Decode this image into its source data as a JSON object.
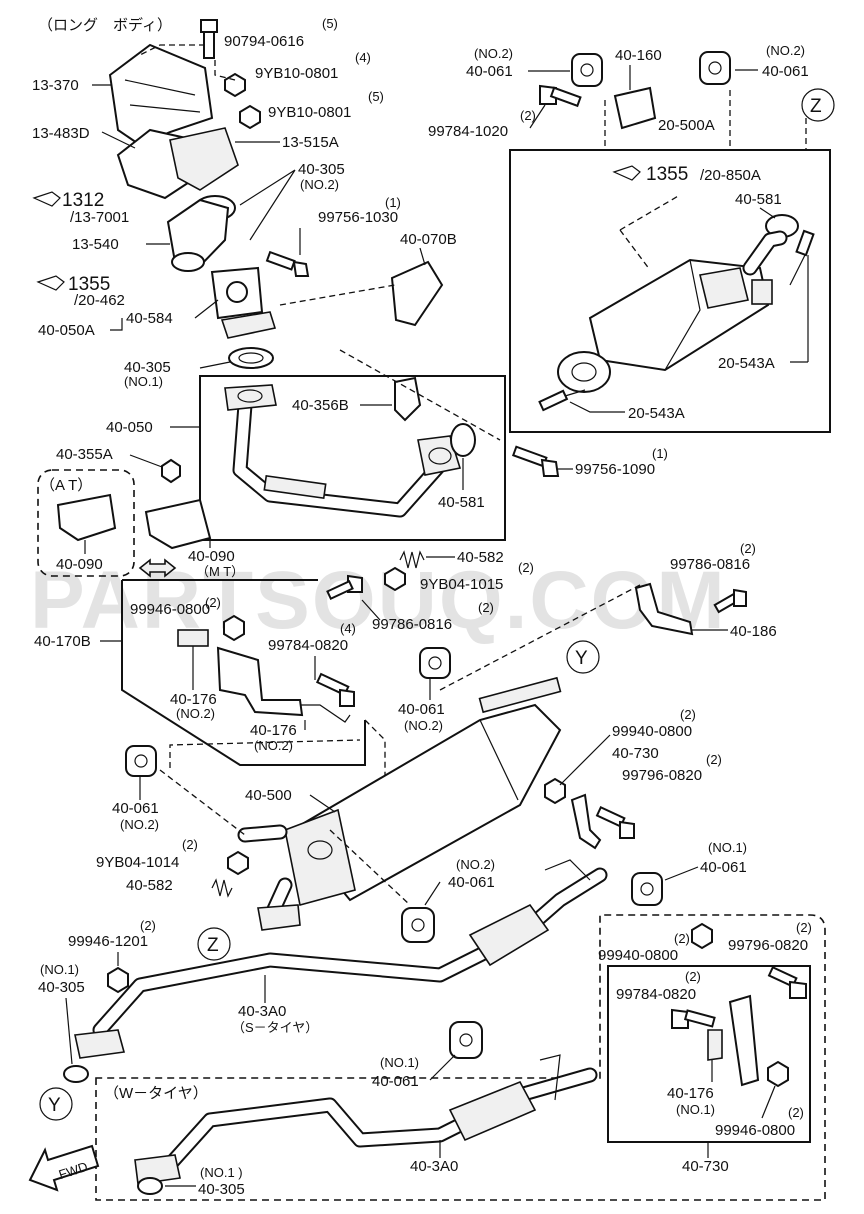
{
  "header": {
    "variant_label": "（ロング　ボディ）"
  },
  "watermark": "PARTSOUQ.COM",
  "refs": [
    {
      "id": "ref-1312",
      "num": "1312",
      "sub": "/13-7001"
    },
    {
      "id": "ref-1355-a",
      "num": "1355",
      "sub": "/20-462"
    },
    {
      "id": "ref-1355-b",
      "num": "1355",
      "sub": "/20-850A"
    }
  ],
  "labels": {
    "p90794": "90794-0616",
    "p90794q": "(5)",
    "p9yb0801a": "9YB10-0801",
    "p9yb0801aq": "(4)",
    "p9yb0801b": "9YB10-0801",
    "p9yb0801bq": "(5)",
    "p13370": "13-370",
    "p13483d": "13-483D",
    "p13515a": "13-515A",
    "p40305a": "40-305",
    "p40305an": "(NO.2)",
    "p13540": "13-540",
    "p99756_1030q": "(1)",
    "p99756_1030": "99756-1030",
    "p40070b": "40-070B",
    "p40584": "40-584",
    "p40050a": "40-050A",
    "p40305b": "40-305",
    "p40305bn": "(NO.1)",
    "p40050": "40-050",
    "p40356b": "40-356B",
    "p40355a": "40-355A",
    "p40581a": "40-581",
    "p99756_1090q": "(1)",
    "p99756_1090": "99756-1090",
    "at_label": "（A T）",
    "p40090a": "40-090",
    "p40090b": "40-090",
    "mt_label": "（M T）",
    "p40582a": "40-582",
    "p9yb1015q": "(2)",
    "p9yb1015": "9YB04-1015",
    "p99786a": "99786-0816",
    "p99786aq": "(2)",
    "p40170b": "40-170B",
    "p99946_0800aq": "(2)",
    "p99946_0800a": "99946-0800",
    "p99786bq": "(2)",
    "p99786b": "99786-0816",
    "p40186": "40-186",
    "p99784_0820aq": "(4)",
    "p99784_0820a": "99784-0820",
    "p40176a": "40-176",
    "p40176an": "(NO.2)",
    "p40176b": "40-176",
    "p40176bn": "(NO.2)",
    "p40061c": "40-061",
    "p40061cn": "(NO.2)",
    "p40061d": "40-061",
    "p40061dn": "(NO.2)",
    "p40500": "40-500",
    "p99940_0800aq": "(2)",
    "p99940_0800a": "99940-0800",
    "p40730a": "40-730",
    "p99796_0820aq": "(2)",
    "p99796_0820a": "99796-0820",
    "p9yb1014q": "(2)",
    "p9yb1014": "9YB04-1014",
    "p40582b": "40-582",
    "p40061en": "(NO.2)",
    "p40061e": "40-061",
    "p40061fn": "(NO.1)",
    "p40061f": "40-061",
    "p99946_1201q": "(2)",
    "p99946_1201": "99946-1201",
    "p40305cn": "(NO.1)",
    "p40305c": "40-305",
    "p403a0a": "40-3A0",
    "s_tire": "（S－タイヤ）",
    "w_tire": "（W－タイヤ）",
    "p40061gn": "(NO.1)",
    "p40061g": "40-061",
    "p40305dn": "(NO.1 )",
    "p40305d": "40-305",
    "p403a0b": "40-3A0",
    "p99940_0800bq": "(2)",
    "p99940_0800b": "99940-0800",
    "p99796_0820bq": "(2)",
    "p99796_0820b": "99796-0820",
    "p99784_0820bq": "(2)",
    "p99784_0820b": "99784-0820",
    "p40176c": "40-176",
    "p40176cn": "(NO.1)",
    "p99946_0800bq": "(2)",
    "p99946_0800b": "99946-0800",
    "p40730b": "40-730",
    "p40061an": "(NO.2)",
    "p40061a": "40-061",
    "p40160": "40-160",
    "p40061bn": "(NO.2)",
    "p40061b": "40-061",
    "p99784_1020q": "(2)",
    "p99784_1020": "99784-1020",
    "p20500a": "20-500A",
    "p40581b": "40-581",
    "p20543a_a": "20-543A",
    "p20543a_b": "20-543A",
    "fwd": "FWD",
    "callout_z": "Z",
    "callout_y": "Y"
  }
}
